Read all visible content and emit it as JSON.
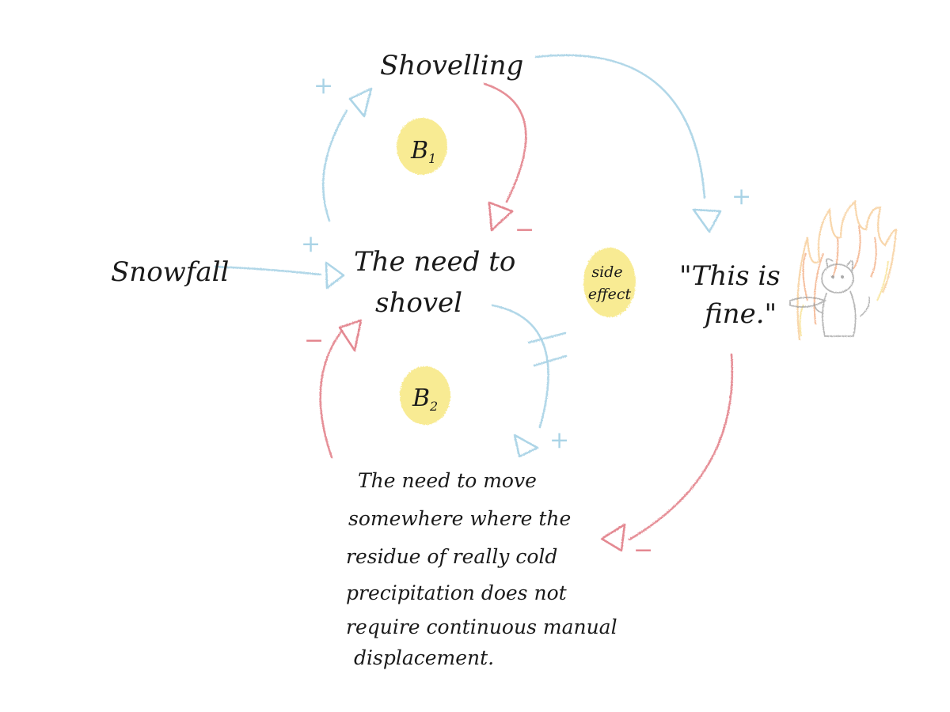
{
  "nodes": {
    "shovelling": "Shovelling",
    "snowfall": "Snowfall",
    "need_to_shovel": [
      "The need to",
      "shovel"
    ],
    "this_is_fine": [
      "\"This is",
      "fine.\""
    ],
    "need_to_move": [
      "The need to move",
      "somewhere where the",
      "residue of really cold",
      "precipitation does not",
      "require continuous manual",
      "displacement."
    ]
  },
  "loops": {
    "b1": "B",
    "b1_sub": "1",
    "b2": "B",
    "b2_sub": "2",
    "side_effect": [
      "side",
      "effect"
    ]
  },
  "signs": {
    "positive": "+",
    "negative": "−"
  },
  "colors": {
    "positive_link": "#a9d3e6",
    "negative_link": "#e3838c",
    "loop_marker": "#f8ea8e",
    "ink": "#1a1a1a"
  },
  "icons": {
    "dog": "this-is-fine-dog-icon",
    "fire": "fire-icon"
  }
}
